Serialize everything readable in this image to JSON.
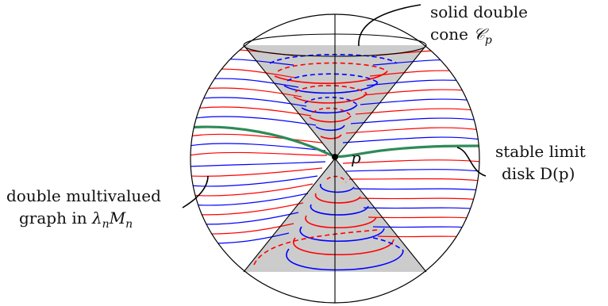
{
  "labels": {
    "cone_line1": "solid double",
    "cone_line2_prefix": "cone ",
    "cone_symbol": "𝒞",
    "cone_subscript": "p",
    "point": "p",
    "disk_line1": "stable limit",
    "disk_line2": "disk D(p)",
    "graph_line1": "double multivalued",
    "graph_line2_prefix": "graph in ",
    "graph_lambda": "λ",
    "graph_lambda_sub": "n",
    "graph_M": "M",
    "graph_M_sub": "n"
  },
  "colors": {
    "red": "#ff0000",
    "blue": "#0000ff",
    "green": "#2e8b57",
    "cone_fill": "#cccccc",
    "outline": "#000000"
  }
}
